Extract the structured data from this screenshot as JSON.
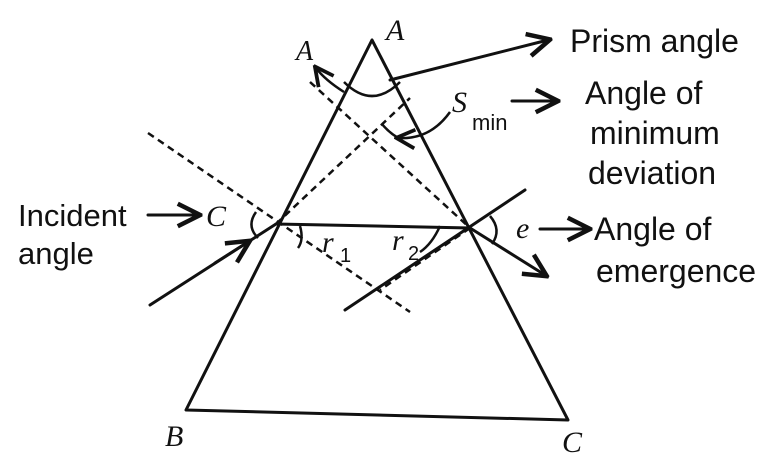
{
  "vertices": {
    "apex": "A",
    "base_left": "B",
    "base_right": "C"
  },
  "angle_symbols": {
    "prism_angle": "A",
    "incident": "C",
    "deviation": "S",
    "deviation_subscript": "min",
    "refraction_1": "r",
    "refraction_1_sub": "1",
    "refraction_2": "r",
    "refraction_2_sub": "2",
    "emergence": "e"
  },
  "labels": {
    "prism_angle": "Prism angle",
    "min_deviation_line1": "Angle of",
    "min_deviation_line2": "minimum",
    "min_deviation_line3": "deviation",
    "incident_line1": "Incident",
    "incident_line2": "angle",
    "emergence_line1": "Angle of",
    "emergence_line2": "emergence"
  }
}
